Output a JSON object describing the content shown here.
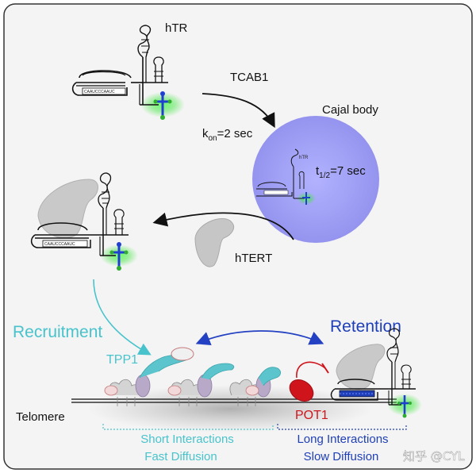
{
  "labels": {
    "htr_top": "hTR",
    "tcab1": "TCAB1",
    "cajal_body": "Cajal body",
    "k_main": "k",
    "k_sub": "on",
    "k_rest": "=2 sec",
    "t_main": "t",
    "t_sub": "1/2",
    "t_rest": "=7 sec",
    "htr_small": "hTR",
    "htert": "hTERT",
    "recruitment": "Recruitment",
    "retention": "Retention",
    "tpp1": "TPP1",
    "pot1": "POT1",
    "telomere": "Telomere",
    "short_interactions": "Short Interactions",
    "fast_diffusion": "Fast Diffusion",
    "long_interactions": "Long Interactions",
    "slow_diffusion": "Slow Diffusion",
    "template_seq": "CAAUCCCAAUC",
    "watermark": "知乎 @CYL"
  },
  "colors": {
    "recruitment": "#48c3cc",
    "retention": "#1f3fb8",
    "pot1": "#d0141c",
    "cajal_body": "#9c9cf0",
    "panel_background": "#f4f4f4"
  }
}
